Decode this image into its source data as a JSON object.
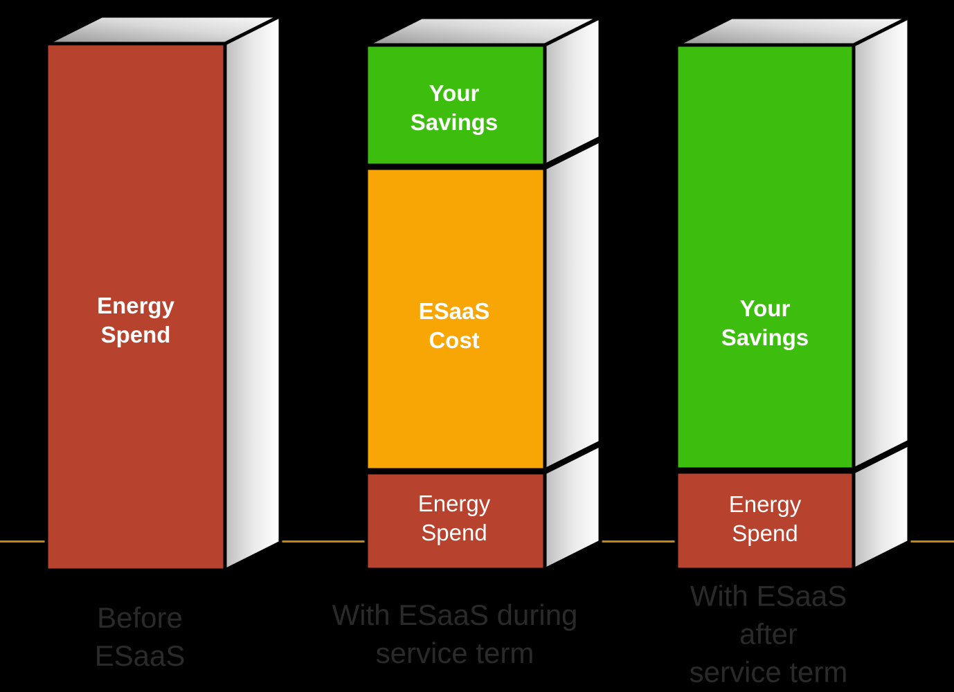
{
  "colors": {
    "energy_spend": "#B7422E",
    "esaas_cost": "#F7A606",
    "your_savings": "#3DBE0F",
    "baseline_line": "#C8860D",
    "label_text": "#FFFFFF",
    "caption_text": "#2A2A2A",
    "background": "#000000"
  },
  "bars": [
    {
      "caption": "Before\nESaaS",
      "segments": [
        {
          "label": "Energy\nSpend"
        }
      ]
    },
    {
      "caption": "With ESaaS during\nservice term",
      "segments": [
        {
          "label": "Your\nSavings"
        },
        {
          "label": "ESaaS\nCost"
        },
        {
          "label": "Energy\nSpend"
        }
      ]
    },
    {
      "caption": "With ESaaS after\nservice term",
      "segments": [
        {
          "label": "Your\nSavings"
        },
        {
          "label": "Energy\nSpend"
        }
      ]
    }
  ],
  "chart_data": {
    "type": "bar",
    "stacked": true,
    "style": "3d-boxes-on-black",
    "title": "",
    "xlabel": "",
    "ylabel": "",
    "categories": [
      "Before ESaaS",
      "With ESaaS during service term",
      "With ESaaS after service term"
    ],
    "series": [
      {
        "name": "Energy Spend",
        "color": "#B7422E",
        "values": [
          100,
          19,
          19
        ]
      },
      {
        "name": "ESaaS Cost",
        "color": "#F7A606",
        "values": [
          0,
          58,
          0
        ]
      },
      {
        "name": "Your Savings",
        "color": "#3DBE0F",
        "values": [
          0,
          23,
          81
        ]
      }
    ],
    "values_are_estimated_percent_of_first_bar": true,
    "ylim": [
      0,
      100
    ],
    "grid": false,
    "legend": false,
    "baseline_floor_line": {
      "present": true,
      "color": "#C8860D"
    }
  }
}
